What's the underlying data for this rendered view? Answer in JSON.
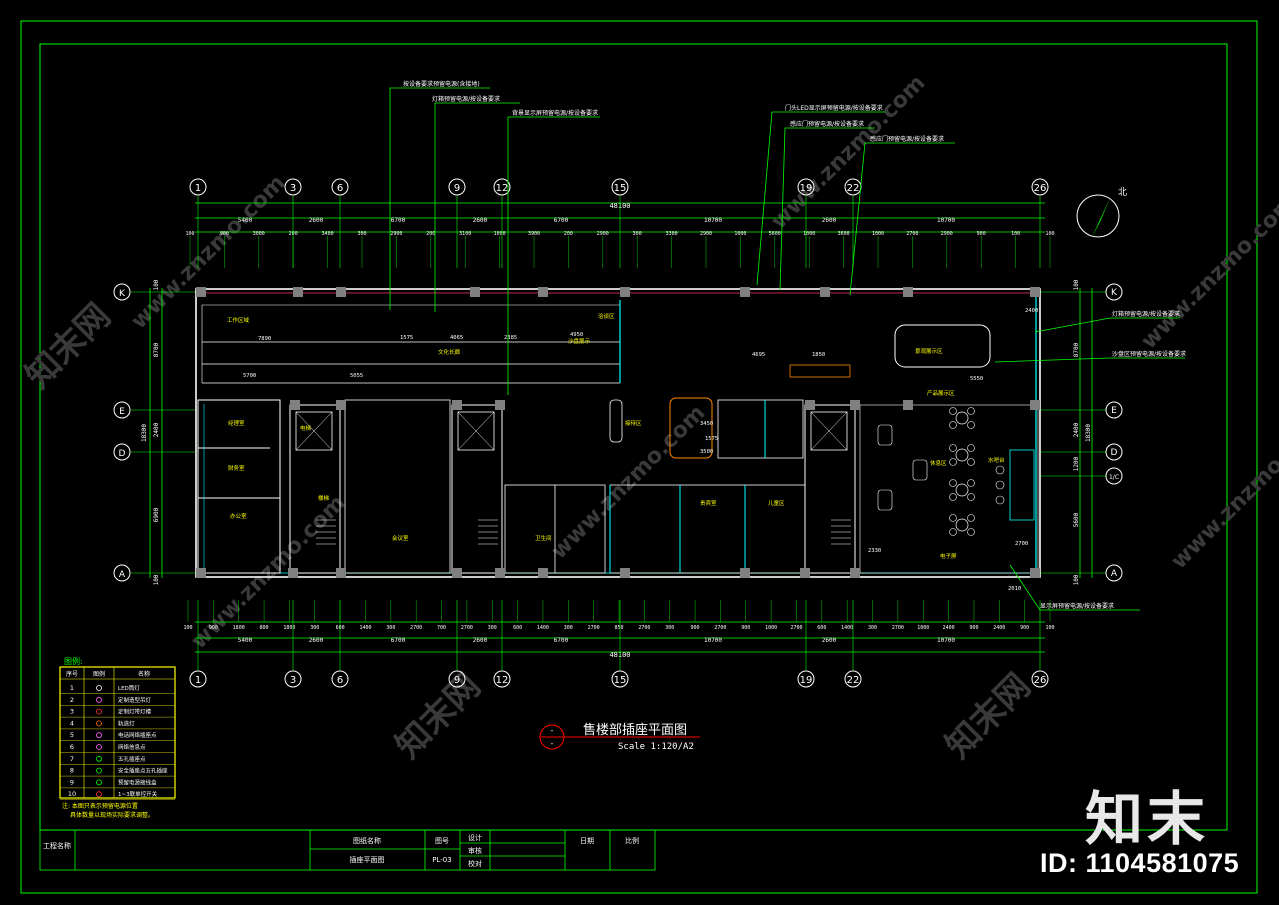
{
  "drawing": {
    "title": "售楼部插座平面图",
    "scale": "Scale 1:120/A2",
    "north": "北",
    "title_symbol": "-"
  },
  "colors": {
    "background": "#000000",
    "frame": "#00ff00",
    "wall": "#ffffff",
    "label": "#ffff00",
    "dimension": "#00ff00",
    "glass": "#00ffff",
    "column": "#808080"
  },
  "grid": {
    "columns": [
      "1",
      "3",
      "6",
      "9",
      "12",
      "15",
      "19",
      "22",
      "26"
    ],
    "rows_left": [
      "K",
      "E",
      "D",
      "A"
    ],
    "rows_right": [
      "K",
      "E",
      "D",
      "1/C",
      "A"
    ]
  },
  "dims": {
    "top_total": "48100",
    "top_segments": [
      "5400",
      "2600",
      "6700",
      "2600",
      "6700",
      "10700",
      "2600",
      "10700"
    ],
    "top_sub": [
      "100",
      "900",
      "3000",
      "200",
      "3400",
      "300",
      "2900",
      "200",
      "3100",
      "1000",
      "3900",
      "200",
      "2900",
      "300",
      "3300",
      "2900",
      "1000",
      "5600",
      "1000",
      "3600",
      "1000",
      "2700",
      "2900",
      "900",
      "100",
      "100"
    ],
    "bottom_sub": [
      "100",
      "900",
      "1800",
      "800",
      "1800",
      "300",
      "600",
      "1400",
      "300",
      "2700",
      "700",
      "2700",
      "300",
      "600",
      "1400",
      "300",
      "2700",
      "850",
      "2700",
      "300",
      "900",
      "2700",
      "900",
      "1000",
      "2700",
      "600",
      "1400",
      "300",
      "2700",
      "1000",
      "2400",
      "900",
      "2400",
      "900",
      "100"
    ],
    "bottom_segments": [
      "5400",
      "2600",
      "6700",
      "2600",
      "6700",
      "10700",
      "2600",
      "10700"
    ],
    "bottom_total": "48100",
    "left": [
      "100",
      "8700",
      "2400",
      "6900",
      "100"
    ],
    "left_total": "18300",
    "right": [
      "100",
      "8700",
      "2400",
      "1200",
      "5600",
      "100"
    ],
    "right_total": "18300"
  },
  "callouts": [
    "按设备要求预留电源(含接地)",
    "灯箱预留电源/按设备要求",
    "背景显示屏预留电源/按设备要求",
    "门头LED显示屏预留电源/按设备要求",
    "感应门预留电源/按设备要求",
    "感应门预留电源/按设备要求",
    "灯箱预留电源/按设备要求",
    "沙盘区预留电源/按设备要求",
    "显示屏预留电源/按设备要求"
  ],
  "rooms": [
    "工作区域",
    "沙盘展示",
    "文化长廊",
    "洽谈区",
    "卫生间",
    "办公室",
    "会议室",
    "财务室",
    "经理室",
    "电梯",
    "楼梯",
    "接待区",
    "产品展示区",
    "水吧台",
    "休息区",
    "景观展示区",
    "贵宾室",
    "儿童区",
    "电子屏"
  ],
  "dim_labels": [
    "7890",
    "5700",
    "5055",
    "1575",
    "4065",
    "2385",
    "4950",
    "4695",
    "1850",
    "5550",
    "2400",
    "3450",
    "3500",
    "2700",
    "2010",
    "2330",
    "1575"
  ],
  "legend": {
    "title": "图例:",
    "headers": [
      "序号",
      "图例",
      "名称"
    ],
    "rows": [
      {
        "no": "1",
        "name": "LED筒灯"
      },
      {
        "no": "2",
        "name": "定制造型吊灯"
      },
      {
        "no": "3",
        "name": "定制灯带灯槽"
      },
      {
        "no": "4",
        "name": "轨道灯"
      },
      {
        "no": "5",
        "name": "电话网络插座点"
      },
      {
        "no": "6",
        "name": "网络信息点"
      },
      {
        "no": "7",
        "name": "五孔插座点"
      },
      {
        "no": "8",
        "name": "安全插座点五孔插座"
      },
      {
        "no": "9",
        "name": "预留电源接线盒"
      },
      {
        "no": "10",
        "name": "1~3联单控开关"
      }
    ],
    "note1": "注: 本图只表示预留电源位置",
    "note2": "具体数量以现场实际要求调整。"
  },
  "titleblock": {
    "project_label": "工程名称",
    "drawing_name_label": "图纸名称",
    "drawing_name": "插座平面图",
    "drawing_no_label": "图号",
    "drawing_no": "PL-03",
    "design": "设计",
    "review": "审核",
    "check": "校对",
    "date": "日期",
    "scale_label": "比例"
  },
  "watermark": {
    "logo": "知末",
    "id": "ID: 1104581075",
    "site": "www.znzmo.com",
    "brand": "知末网"
  }
}
